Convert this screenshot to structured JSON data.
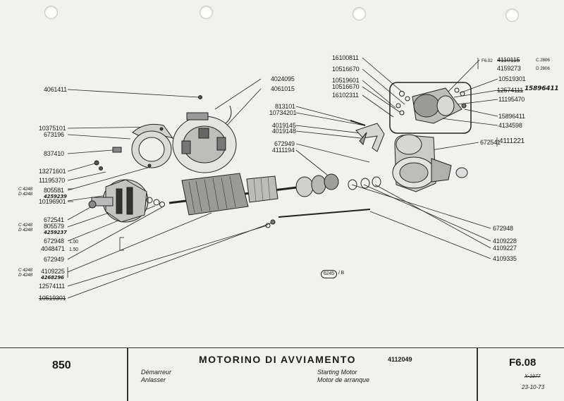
{
  "labels": {
    "l_4061411": "4061411",
    "l_10375101": "10375101",
    "l_673196": "673196",
    "l_837410": "837410",
    "l_13271601": "13271601",
    "l_11195370": "11195370",
    "l_c4248a": "C 4248",
    "l_d4248a": "D 4248",
    "l_805581": "805581",
    "l_4259239": "4259239",
    "l_10196901": "10196901",
    "l_672541a": "672541",
    "l_c4248b": "C 4248",
    "l_d4248b": "D 4248",
    "l_805579": "805579",
    "l_4259237": "4259237",
    "l_672948a": "672948",
    "l_100": "1.00",
    "l_4048471": "4048471",
    "l_150": "1.50",
    "l_672949a": "672949",
    "l_c4248c": "C 4248",
    "l_d4248c": "D 4248",
    "l_4109225": "4109225",
    "l_4268296": "4268296",
    "l_12574111a": "12574111",
    "l_10519301a": "10519301",
    "l_4024095": "4024095",
    "l_4061015": "4061015",
    "l_813101": "813101",
    "l_10734201": "10734201",
    "l_4019145": "4019145",
    "l_4019148": "4019148",
    "l_672949b": "672949",
    "l_4111194": "4111194",
    "l_16100811": "16100811",
    "l_10516670a": "10516670",
    "l_10519601": "10519601",
    "l_10516670b": "10516670",
    "l_16102311": "16102311",
    "l_f602": "F6.02",
    "l_4110115": "4110115",
    "l_4159273": "4159273",
    "l_c2806": "C 2806",
    "l_d2806": "D 2806",
    "l_10519301b": "10519301",
    "l_12574111b": "12574111",
    "l_15896411hw": "15896411",
    "l_11195470": "11195470",
    "l_15896411": "15896411",
    "l_4134598": "4134598",
    "l_672541b": "672541",
    "l_4111221": "4111221",
    "l_672948b": "672948",
    "l_4109228": "4109228",
    "l_4109227": "4109227",
    "l_4109335": "4109335",
    "l_6245": "6245",
    "l_b": "/ B"
  },
  "title_block": {
    "number": "850",
    "title": "MOTORINO DI AVVIAMENTO",
    "title_code": "4112049",
    "fr": "Démarreur",
    "de": "Anlasser",
    "en": "Starting Motor",
    "es": "Motor de arranque",
    "sheet": "F6.08",
    "rev_struck": "X-1977",
    "date": "23-10-73"
  }
}
